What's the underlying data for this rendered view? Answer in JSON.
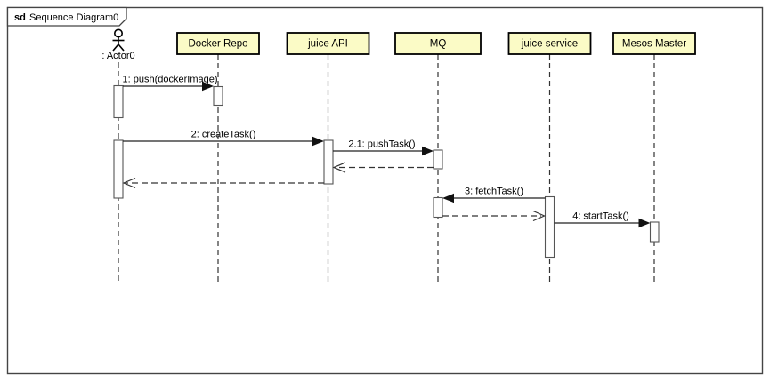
{
  "diagram_type": "UML sequence diagram",
  "frame": {
    "keyword": "sd",
    "title": "Sequence Diagram0"
  },
  "actor": {
    "name": ": Actor0"
  },
  "lifelines": [
    {
      "name": "Docker Repo"
    },
    {
      "name": "juice API"
    },
    {
      "name": "MQ"
    },
    {
      "name": "juice service"
    },
    {
      "name": "Mesos Master"
    }
  ],
  "messages": [
    {
      "label": "1: push(dockerImage)",
      "type": "sync-call",
      "from": ": Actor0",
      "to": "Docker Repo"
    },
    {
      "label": "2: createTask()",
      "type": "sync-call",
      "from": ": Actor0",
      "to": "juice API"
    },
    {
      "label": "2.1: pushTask()",
      "type": "sync-call",
      "from": "juice API",
      "to": "MQ"
    },
    {
      "label": "3: fetchTask()",
      "type": "sync-call",
      "from": "juice service",
      "to": "MQ"
    },
    {
      "label": "4: startTask()",
      "type": "sync-call",
      "from": "juice service",
      "to": "Mesos Master"
    }
  ],
  "returns": [
    {
      "type": "reply",
      "from": "juice API",
      "to": ": Actor0"
    },
    {
      "type": "reply",
      "from": "MQ",
      "to": "juice API"
    },
    {
      "type": "reply",
      "from": "MQ",
      "to": "juice service"
    }
  ],
  "colors": {
    "lifeline_head_fill": "#FBFBC6",
    "activation_fill": "#FEFEFE",
    "stroke": "#1a1a1a",
    "frame_border": "#444444"
  }
}
